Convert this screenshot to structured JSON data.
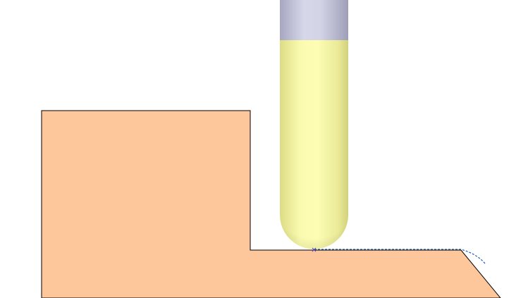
{
  "scene": {
    "background_color": "#ffffff",
    "workpiece": {
      "fill_color": "#fdc79b",
      "outline_color": "#000000"
    },
    "tool": {
      "type": "ball end mill",
      "holder_color": "#c9c9e0",
      "cutter_color": "#f2f3a0"
    },
    "toolpath": {
      "color": "#1f5faa",
      "style": "dashed"
    },
    "contact_marker": {
      "color": "#5a3fc0",
      "shape": "x"
    }
  }
}
